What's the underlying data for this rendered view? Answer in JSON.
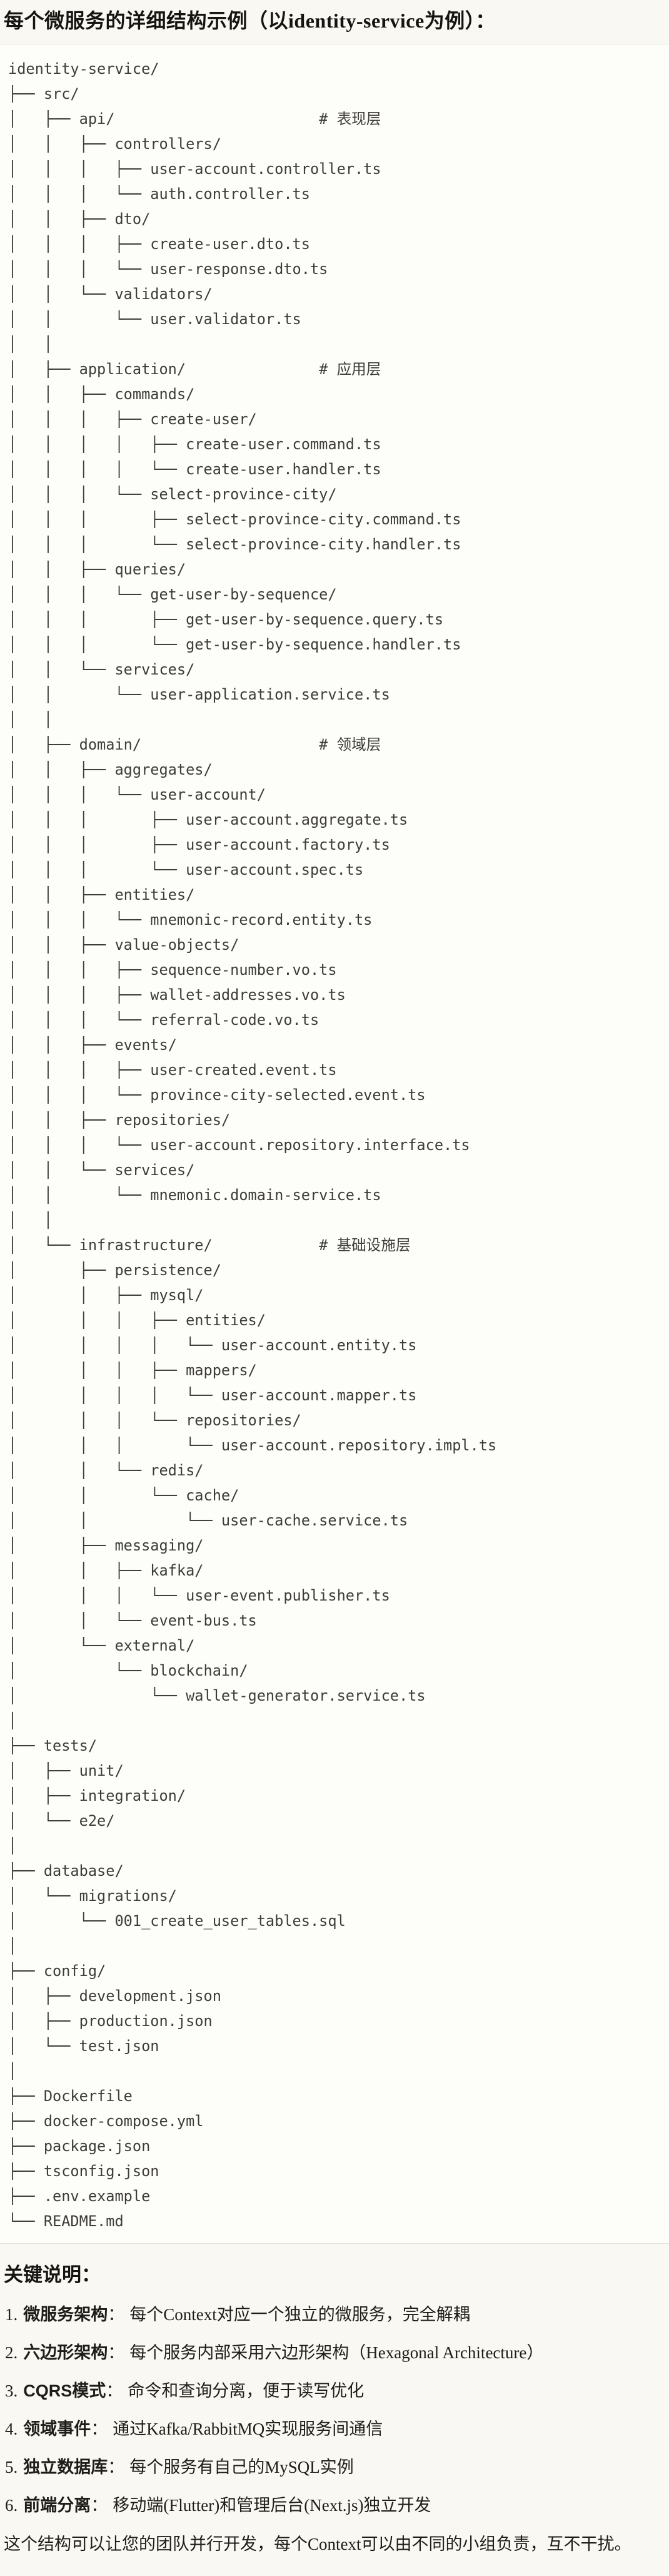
{
  "header": {
    "title": "每个微服务的详细结构示例（以identity-service为例）："
  },
  "tree": {
    "lines": [
      "identity-service/",
      "├── src/",
      "│   ├── api/                       # 表现层",
      "│   │   ├── controllers/",
      "│   │   │   ├── user-account.controller.ts",
      "│   │   │   └── auth.controller.ts",
      "│   │   ├── dto/",
      "│   │   │   ├── create-user.dto.ts",
      "│   │   │   └── user-response.dto.ts",
      "│   │   └── validators/",
      "│   │       └── user.validator.ts",
      "│   │",
      "│   ├── application/               # 应用层",
      "│   │   ├── commands/",
      "│   │   │   ├── create-user/",
      "│   │   │   │   ├── create-user.command.ts",
      "│   │   │   │   └── create-user.handler.ts",
      "│   │   │   └── select-province-city/",
      "│   │   │       ├── select-province-city.command.ts",
      "│   │   │       └── select-province-city.handler.ts",
      "│   │   ├── queries/",
      "│   │   │   └── get-user-by-sequence/",
      "│   │   │       ├── get-user-by-sequence.query.ts",
      "│   │   │       └── get-user-by-sequence.handler.ts",
      "│   │   └── services/",
      "│   │       └── user-application.service.ts",
      "│   │",
      "│   ├── domain/                    # 领域层",
      "│   │   ├── aggregates/",
      "│   │   │   └── user-account/",
      "│   │   │       ├── user-account.aggregate.ts",
      "│   │   │       ├── user-account.factory.ts",
      "│   │   │       └── user-account.spec.ts",
      "│   │   ├── entities/",
      "│   │   │   └── mnemonic-record.entity.ts",
      "│   │   ├── value-objects/",
      "│   │   │   ├── sequence-number.vo.ts",
      "│   │   │   ├── wallet-addresses.vo.ts",
      "│   │   │   └── referral-code.vo.ts",
      "│   │   ├── events/",
      "│   │   │   ├── user-created.event.ts",
      "│   │   │   └── province-city-selected.event.ts",
      "│   │   ├── repositories/",
      "│   │   │   └── user-account.repository.interface.ts",
      "│   │   └── services/",
      "│   │       └── mnemonic.domain-service.ts",
      "│   │",
      "│   └── infrastructure/            # 基础设施层",
      "│       ├── persistence/",
      "│       │   ├── mysql/",
      "│       │   │   ├── entities/",
      "│       │   │   │   └── user-account.entity.ts",
      "│       │   │   ├── mappers/",
      "│       │   │   │   └── user-account.mapper.ts",
      "│       │   │   └── repositories/",
      "│       │   │       └── user-account.repository.impl.ts",
      "│       │   └── redis/",
      "│       │       └── cache/",
      "│       │           └── user-cache.service.ts",
      "│       ├── messaging/",
      "│       │   ├── kafka/",
      "│       │   │   └── user-event.publisher.ts",
      "│       │   └── event-bus.ts",
      "│       └── external/",
      "│           └── blockchain/",
      "│               └── wallet-generator.service.ts",
      "│",
      "├── tests/",
      "│   ├── unit/",
      "│   ├── integration/",
      "│   └── e2e/",
      "│",
      "├── database/",
      "│   └── migrations/",
      "│       └── 001_create_user_tables.sql",
      "│",
      "├── config/",
      "│   ├── development.json",
      "│   ├── production.json",
      "│   └── test.json",
      "│",
      "├── Dockerfile",
      "├── docker-compose.yml",
      "├── package.json",
      "├── tsconfig.json",
      "├── .env.example",
      "└── README.md"
    ]
  },
  "notes": {
    "heading": "关键说明：",
    "items": [
      {
        "num": "1.",
        "term": "微服务架构",
        "sep": "：",
        "desc": "每个Context对应一个独立的微服务，完全解耦"
      },
      {
        "num": "2.",
        "term": "六边形架构",
        "sep": "：",
        "desc": "每个服务内部采用六边形架构（Hexagonal Architecture）"
      },
      {
        "num": "3.",
        "term": "CQRS模式",
        "sep": "：",
        "desc": "命令和查询分离，便于读写优化"
      },
      {
        "num": "4.",
        "term": "领域事件",
        "sep": "：",
        "desc": "通过Kafka/RabbitMQ实现服务间通信"
      },
      {
        "num": "5.",
        "term": "独立数据库",
        "sep": "：",
        "desc": "每个服务有自己的MySQL实例"
      },
      {
        "num": "6.",
        "term": "前端分离",
        "sep": "：",
        "desc": "移动端(Flutter)和管理后台(Next.js)独立开发"
      }
    ],
    "closing": "这个结构可以让您的团队并行开发，每个Context可以由不同的小组负责，互不干扰。"
  },
  "colors": {
    "page_bg": "#faf8f3",
    "code_bg": "#fdfdfa",
    "border": "#e3e1da",
    "code_text": "#3e3c38",
    "text": "#1f1d19"
  }
}
